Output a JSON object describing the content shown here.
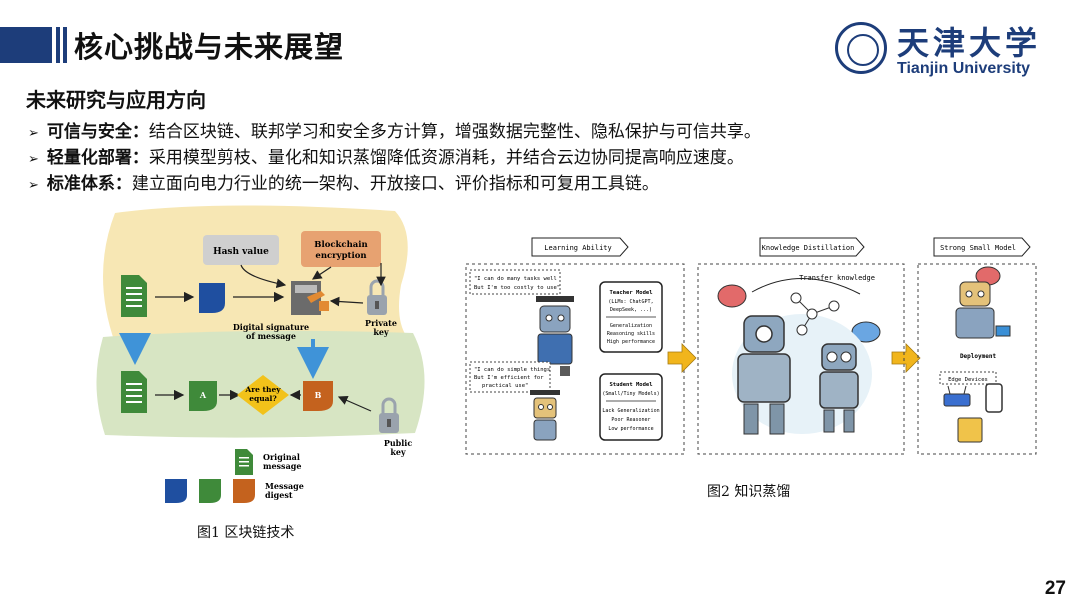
{
  "header": {
    "title": "核心挑战与未来展望",
    "logo_cn": "天津大学",
    "logo_en": "Tianjin University"
  },
  "section": {
    "heading": "未来研究与应用方向"
  },
  "bullets": [
    {
      "key": "可信与安全",
      "sep": "：",
      "text": "结合区块链、联邦学习和安全多方计算，增强数据完整性、隐私保护与可信共享。"
    },
    {
      "key": "轻量化部署",
      "sep": "：",
      "text": "采用模型剪枝、量化和知识蒸馏降低资源消耗，并结合云边协同提高响应速度。"
    },
    {
      "key": "标准体系",
      "sep": "：",
      "text": "建立面向电力行业的统一架构、开放接口、评价指标和可复用工具链。"
    }
  ],
  "figure1": {
    "caption": "图1 区块链技术",
    "labels": {
      "hash": "Hash value",
      "blockchain1": "Blockchain",
      "blockchain2": "encryption",
      "sig1": "Digital signature",
      "sig2": "of message",
      "private1": "Private",
      "private2": "key",
      "a": "A",
      "b": "B",
      "equal1": "Are they",
      "equal2": "equal?",
      "public1": "Public",
      "public2": "key",
      "orig1": "Original",
      "orig2": "message",
      "digest1": "Message",
      "digest2": "digest"
    },
    "colors": {
      "blue": "#1f4fa0",
      "green": "#3f8a3a",
      "orange": "#c4621e",
      "top_bg": "#f7e7b4",
      "bottom_bg": "#d7e5c3"
    }
  },
  "figure2": {
    "caption": "图2 知识蒸馏",
    "labels": {
      "learning": "Learning Ability",
      "distill": "Knowledge Distillation",
      "strong": "Strong Small Model",
      "quote1a": "\"I can do many tasks well",
      "quote1b": "But I'm too costly to use\"",
      "quote2a": "\"I can do simple things",
      "quote2b": "But I'm efficient for",
      "quote2c": "practical use\"",
      "teacher_t": "Teacher Model",
      "teacher_1": "(LLMs: ChatGPT,",
      "teacher_2": "DeepSeek, ...)",
      "teacher_3": "Generalization",
      "teacher_4": "Reasoning skills",
      "teacher_5": "High performance",
      "student_t": "Student Model",
      "student_1": "(Small/Tiny Models)",
      "student_2": "Lack Generalization",
      "student_3": "Poor Reasoner",
      "student_4": "Low performance",
      "transfer": "Transfer knowledge",
      "deployment": "Deployment",
      "edge": "Edge Devices"
    }
  },
  "page_number": "27"
}
